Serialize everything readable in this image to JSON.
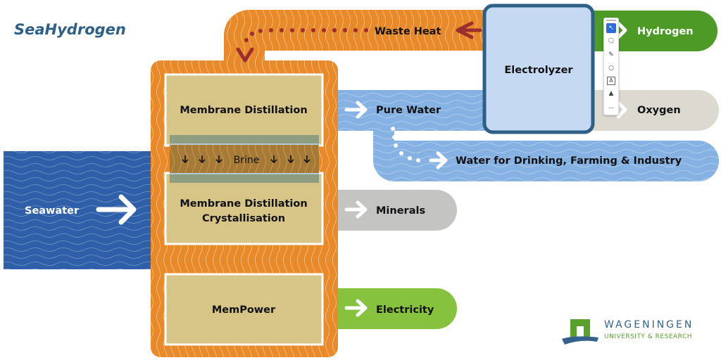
{
  "title": "SeaHydrogen",
  "colors": {
    "seawater": "#2f5fa8",
    "orange": "#e98a2a",
    "purewater": "#86b2e3",
    "hydrogen": "#4e9a26",
    "oxygen": "#dcd9d1",
    "minerals": "#c4c4c2",
    "electricity": "#86c23e",
    "process_box": "#d6c587",
    "electrolyzer_fill": "#c5daf2",
    "electrolyzer_border": "#2e5f87",
    "waste_heat_arrow": "#9b2e2e",
    "title": "#2e5f87"
  },
  "inputs": {
    "seawater": "Seawater"
  },
  "processes": {
    "membrane_distillation": "Membrane Distillation",
    "brine": "Brine",
    "crystallisation_line1": "Membrane Distillation",
    "crystallisation_line2": "Crystallisation",
    "mempower": "MemPower",
    "electrolyzer": "Electrolyzer"
  },
  "outputs": {
    "waste_heat": "Waste Heat",
    "hydrogen": "Hydrogen",
    "pure_water": "Pure Water",
    "oxygen": "Oxygen",
    "water_uses": "Water for Drinking, Farming & Industry",
    "minerals": "Minerals",
    "electricity": "Electricity"
  },
  "toolbar": {
    "tools": [
      "select-tool",
      "comment-tool",
      "pen-tool",
      "lasso-tool",
      "text-tool",
      "shape-tool",
      "more-tools"
    ],
    "more_label": "..."
  },
  "logo": {
    "line1": "WAGENINGEN",
    "line2": "UNIVERSITY & RESEARCH"
  }
}
